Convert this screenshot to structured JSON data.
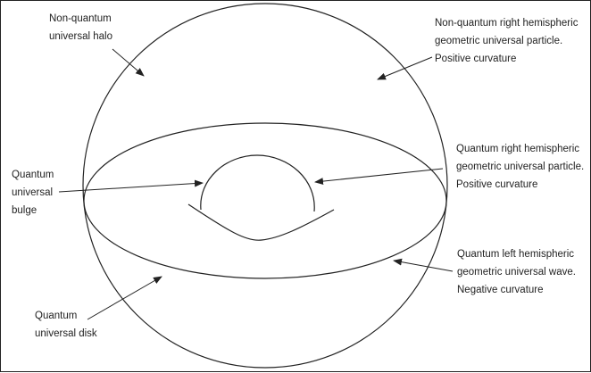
{
  "diagram": {
    "labels": {
      "halo": [
        "Non-quantum",
        "universal halo"
      ],
      "right_nonquantum": [
        "Non-quantum right hemispheric",
        "geometric universal particle.",
        "Positive curvature"
      ],
      "quantum_right": [
        "Quantum right hemispheric",
        "geometric universal particle.",
        "Positive curvature"
      ],
      "bulge": [
        "Quantum",
        "universal",
        "bulge"
      ],
      "quantum_left": [
        "Quantum left hemispheric",
        "geometric universal wave.",
        "Negative curvature"
      ],
      "disk": [
        "Quantum",
        "universal disk"
      ]
    },
    "colors": {
      "stroke": "#222222",
      "background": "#ffffff"
    }
  }
}
